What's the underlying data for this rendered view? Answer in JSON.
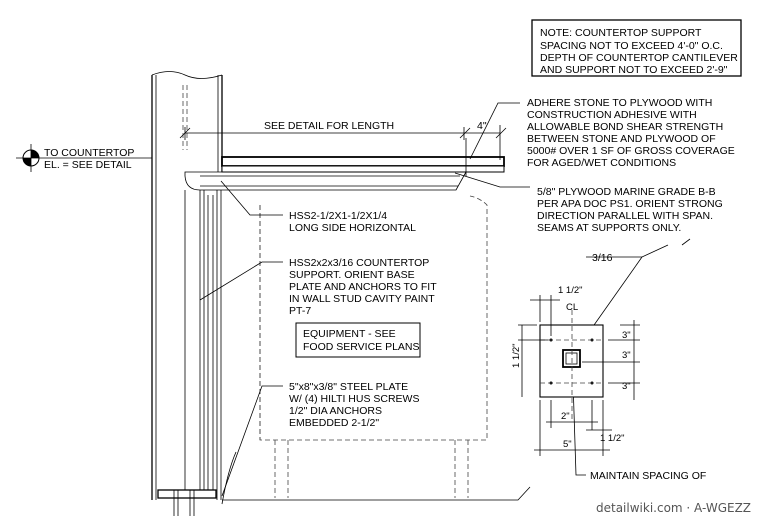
{
  "note": {
    "lines": [
      "NOTE: COUNTERTOP SUPPORT",
      "SPACING NOT TO EXCEED 4'-0\" O.C.",
      "DEPTH OF COUNTERTOP CANTILEVER",
      "AND SUPPORT NOT TO EXCEED 2'-9\""
    ]
  },
  "elevation_marker": {
    "line1": "TO COUNTERTOP",
    "line2": "EL. = SEE DETAIL"
  },
  "labels": {
    "see_detail": "SEE DETAIL FOR LENGTH",
    "dim_4in": "4\"",
    "adhere": [
      "ADHERE STONE TO PLYWOOD WITH",
      "CONSTRUCTION ADHESIVE WITH",
      "ALLOWABLE BOND SHEAR STRENGTH",
      "BETWEEN STONE AND PLYWOOD OF",
      "5000# OVER 1 SF OF GROSS COVERAGE",
      "FOR AGED/WET CONDITIONS"
    ],
    "plywood": [
      "5/8\" PLYWOOD MARINE GRADE B-B",
      "PER APA DOC PS1. ORIENT STRONG",
      "DIRECTION PARALLEL WITH SPAN.",
      "SEAMS AT SUPPORTS ONLY."
    ],
    "hss_horizontal": [
      "HSS2-1/2X1-1/2X1/4",
      "LONG SIDE HORIZONTAL"
    ],
    "hss_support": [
      "HSS2x2x3/16 COUNTERTOP",
      "SUPPORT. ORIENT BASE",
      "PLATE AND ANCHORS TO FIT",
      "IN WALL STUD CAVITY PAINT",
      "PT-7"
    ],
    "equipment": [
      "EQUIPMENT - SEE",
      "FOOD SERVICE PLANS"
    ],
    "steel_plate": [
      "5\"x8\"x3/8\" STEEL PLATE",
      "W/ (4) HILTI HUS SCREWS",
      "1/2\" DIA ANCHORS",
      "EMBEDDED 2-1/2\""
    ],
    "weld": "3/16",
    "maintain": "MAINTAIN SPACING OF"
  },
  "plate_detail": {
    "top_dim": "1 1/2\"",
    "centerline": "CL",
    "left_dim": "1 1/2\"",
    "right_dims": [
      "3\"",
      "3\"",
      "3\""
    ],
    "bottom_dim_2": "2\"",
    "bottom_dim_5": "5\"",
    "bottom_dim_right": "1 1/2\""
  },
  "watermark": "detailwiki.com · A-WGEZZ"
}
